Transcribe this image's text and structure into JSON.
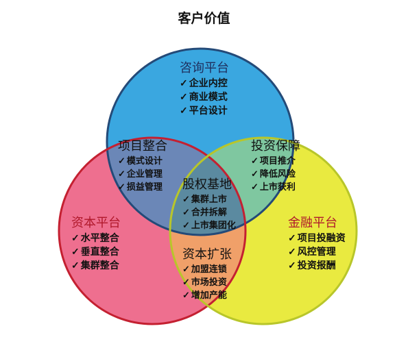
{
  "title": "客户价值",
  "check": "✓",
  "circles": {
    "top": {
      "fill": "#3aa7e0",
      "stroke": "#244a78"
    },
    "left": {
      "fill": "#ee6f8f",
      "stroke": "#c42031"
    },
    "right": {
      "fill": "#e9ea40",
      "stroke": "#b8c62a"
    }
  },
  "overlaps": {
    "top_left": "#6b87b7",
    "top_right": "#7fc7a0",
    "left_right": "#f0a069",
    "center": "#5b8aa0"
  },
  "groups": {
    "consult": {
      "heading": "咨询平台",
      "items": [
        "企业内控",
        "商业模式",
        "平台设计"
      ]
    },
    "integrate": {
      "heading": "项目整合",
      "items": [
        "模式设计",
        "企业管理",
        "损益管理"
      ]
    },
    "invest": {
      "heading": "投资保障",
      "items": [
        "项目推介",
        "降低风险",
        "上市获利"
      ]
    },
    "equity": {
      "heading": "股权基地",
      "items": [
        "集群上市",
        "合并拆解",
        "上市集团化"
      ]
    },
    "capital_platform": {
      "heading": "资本平台",
      "items": [
        "水平整合",
        "垂直整合",
        "集群整合"
      ]
    },
    "finance": {
      "heading": "金融平台",
      "items": [
        "项目投融资",
        "风控管理",
        "投资报酬"
      ]
    },
    "expand": {
      "heading": "资本扩张",
      "items": [
        "加盟连锁",
        "市场投资",
        "增加产能"
      ]
    }
  }
}
